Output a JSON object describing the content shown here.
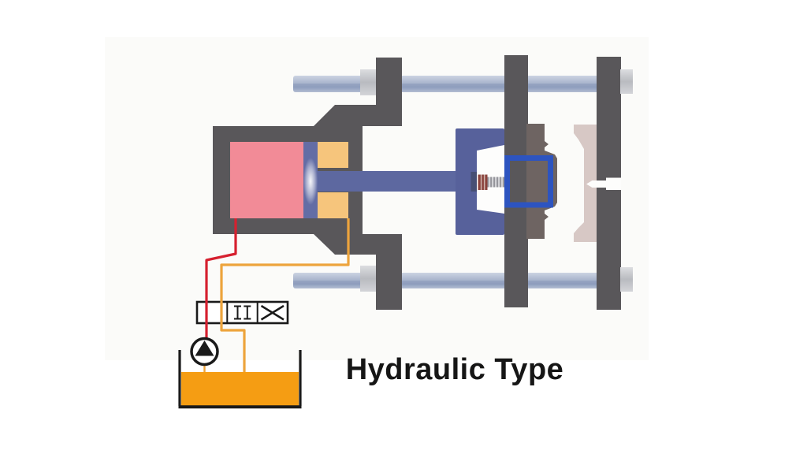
{
  "title": "Hydraulic Type",
  "diagram": {
    "caption": "Hydraulic Type",
    "subject": "hydraulic clamping unit schematic with oil circuit",
    "components": [
      "clamping-cylinder-housing",
      "clamping-piston",
      "piston-rod",
      "cushion-pads",
      "tie-bar-top",
      "tie-bar-bottom",
      "crosshead-bracket",
      "ejector-block",
      "ejector-spring",
      "ejector-frame",
      "moving-platen",
      "moving-mold-half",
      "fixed-mold-half",
      "fixed-platen",
      "sprue-opening",
      "directional-control-valve",
      "hydraulic-pump",
      "oil-tank",
      "pressure-line",
      "return-line"
    ],
    "colors": {
      "background": "#ffffff",
      "panel": "#fbfbf9",
      "housing": "#59575a",
      "tie_bar_shadow": "#8694b5",
      "piston": "#f28b97",
      "piston_face": "#636da5",
      "cushion": "#f6c57c",
      "rod": "#5d68a0",
      "bracket": "#57619b",
      "ejector_bar": "#474f74",
      "ejector_block": "#8a423c",
      "frame": "#2d54c0",
      "mold_moving": "#6e6462",
      "mold_fixed": "#d7c8c5",
      "line_pressure": "#d6202f",
      "line_return": "#eda43c",
      "oil": "#f59d13",
      "outline": "#1a1a1a",
      "text": "#161616"
    }
  }
}
